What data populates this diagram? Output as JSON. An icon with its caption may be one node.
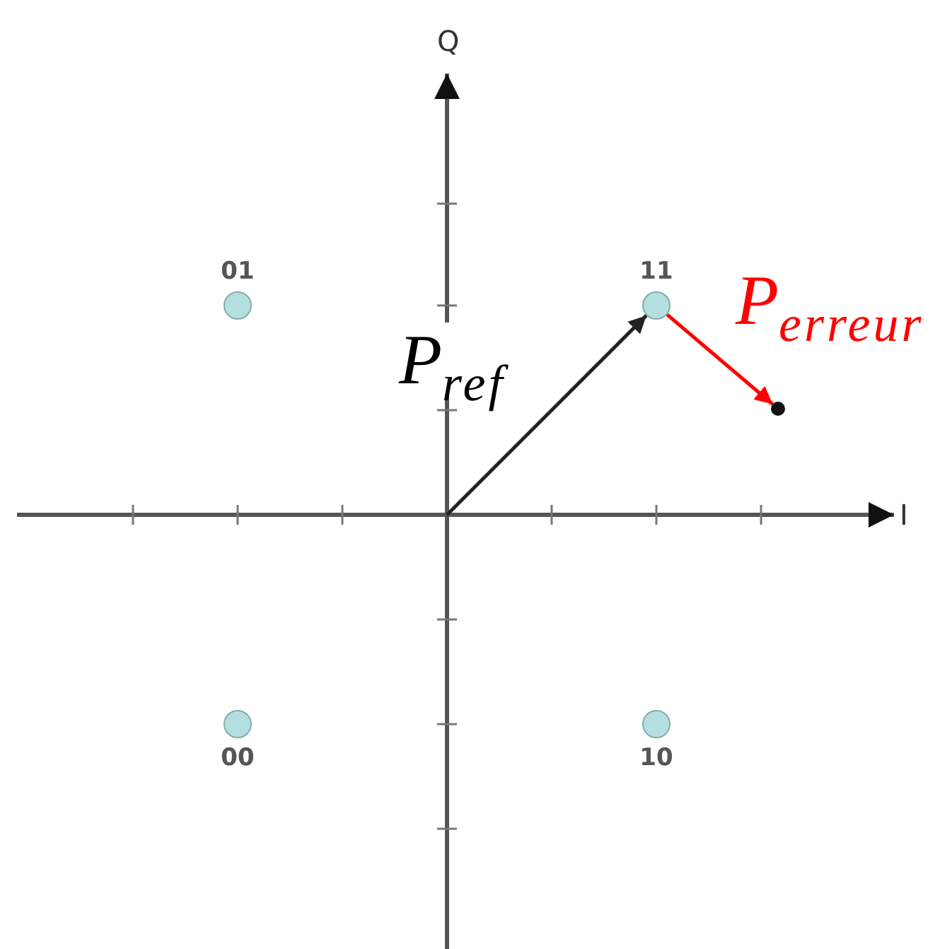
{
  "diagram": {
    "nodes": [
      {
        "text": [
          "01"
        ]
      },
      {
        "text": [
          "11"
        ]
      },
      {
        "text": [
          "00"
        ]
      },
      {
        "text": [
          "10"
        ]
      },
      {
        "text": [],
        "shape": "circle"
      }
    ],
    "edges": [
      {
        "from": null,
        "to": 1,
        "arrow": "to",
        "label": "P$_{ref}$"
      },
      {
        "from": 1,
        "to": 4,
        "arrow": "to",
        "label": "P$_{erreur}$",
        "color": "#ff0000"
      }
    ],
    "labels": [
      "Q",
      "I"
    ]
  }
}
